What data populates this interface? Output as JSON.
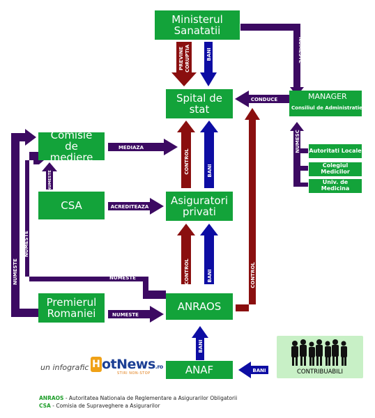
{
  "nodes": {
    "ministerul": "Ministerul Sanatatii",
    "spital": "Spital de stat",
    "manager_title": "MANAGER",
    "manager_sub": "Consiliul de Administratie",
    "comisie": "Comisie de mediere",
    "csa": "CSA",
    "asiguratori": "Asiguratori privati",
    "premierul": "Premierul Romaniei",
    "anraos": "ANRAOS",
    "anaf": "ANAF",
    "autoritati": "Autoritati Locale",
    "colegiul": "Colegiul Medicilor",
    "univ": "Univ. de Medicina",
    "contribuabili": "CONTRIBUABILI"
  },
  "edge_labels": {
    "previne": "PREVINE",
    "coruptia": "CORUPTIA",
    "bani": "BANI",
    "numeste": "NUMESTE",
    "numesc": "NUMESC",
    "conduce": "CONDUCE",
    "mediaza": "MEDIAZA",
    "acrediteaza": "ACREDITEAZA",
    "control": "CONTROL"
  },
  "credit": {
    "prefix": "un infografic",
    "logo_h": "H",
    "logo_word": "otNews",
    "logo_domain": ".ro",
    "logo_tagline": "STIRI NON-STOP"
  },
  "legend": [
    {
      "abbr": "ANRAOS",
      "text": " - Autoritatea Nationala de Reglementare a Asigurarilor Obligatorii"
    },
    {
      "abbr": "CSA",
      "text": " - Comisia de Supraveghere a Asigurarilor"
    }
  ],
  "colors": {
    "box": "#13a33a",
    "purple": "#3c0a62",
    "red": "#8a0f0f",
    "blue": "#0d0da3",
    "contrib_bg": "#c8f0c6"
  }
}
